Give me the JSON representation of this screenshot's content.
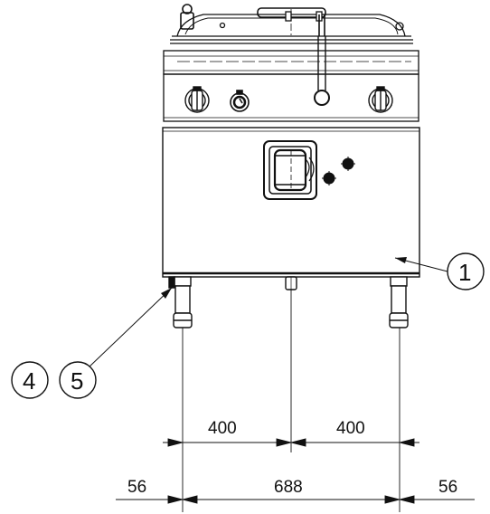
{
  "callouts": {
    "c1": "1",
    "c4": "4",
    "c5": "5"
  },
  "dimensions": {
    "left_gap": "56",
    "right_gap": "56",
    "total_width": "688",
    "left_half": "400",
    "right_half": "400"
  }
}
